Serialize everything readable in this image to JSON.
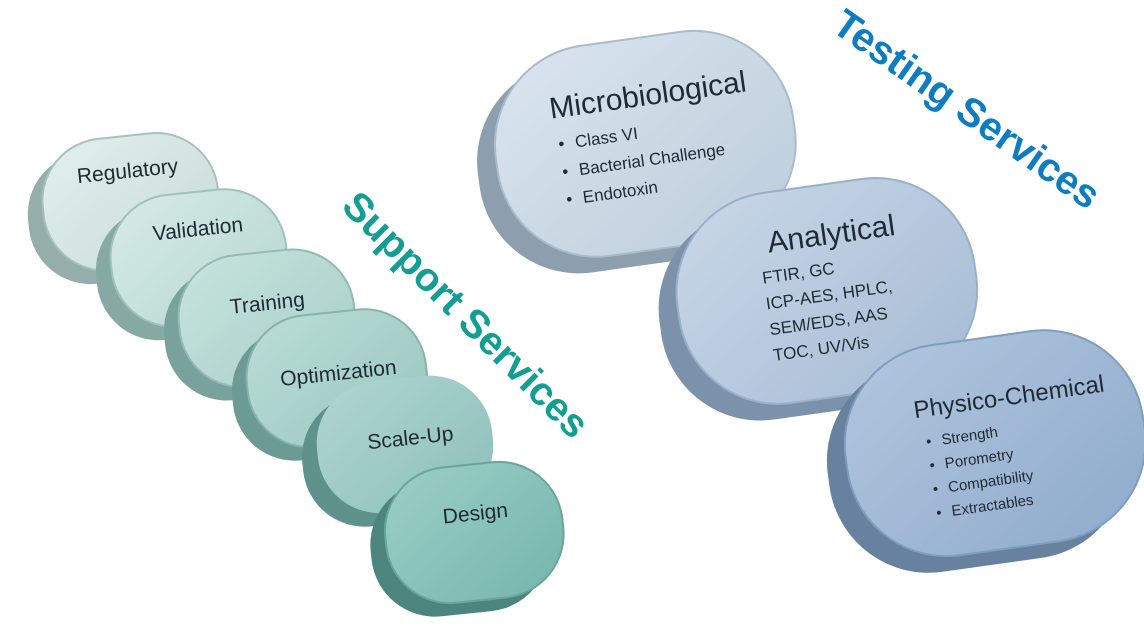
{
  "support_services": {
    "heading": "Support Services",
    "items": [
      {
        "label": "Regulatory"
      },
      {
        "label": "Validation"
      },
      {
        "label": "Training"
      },
      {
        "label": "Optimization"
      },
      {
        "label": "Scale-Up"
      },
      {
        "label": "Design"
      }
    ]
  },
  "testing_services": {
    "heading": "Testing Services",
    "cards": [
      {
        "title": "Microbiological",
        "bullets": [
          "Class VI",
          "Bacterial Challenge",
          "Endotoxin"
        ]
      },
      {
        "title": "Analytical",
        "lines": [
          "FTIR, GC",
          "ICP-AES, HPLC,",
          "SEM/EDS, AAS",
          "TOC, UV/Vis"
        ]
      },
      {
        "title": "Physico-Chemical",
        "bullets": [
          "Strength",
          "Porometry",
          "Compatibility",
          "Extractables"
        ]
      }
    ]
  },
  "bullet_glyph": "•",
  "colors": {
    "support_heading": "#139e93",
    "testing_heading": "#0d7cc0"
  }
}
